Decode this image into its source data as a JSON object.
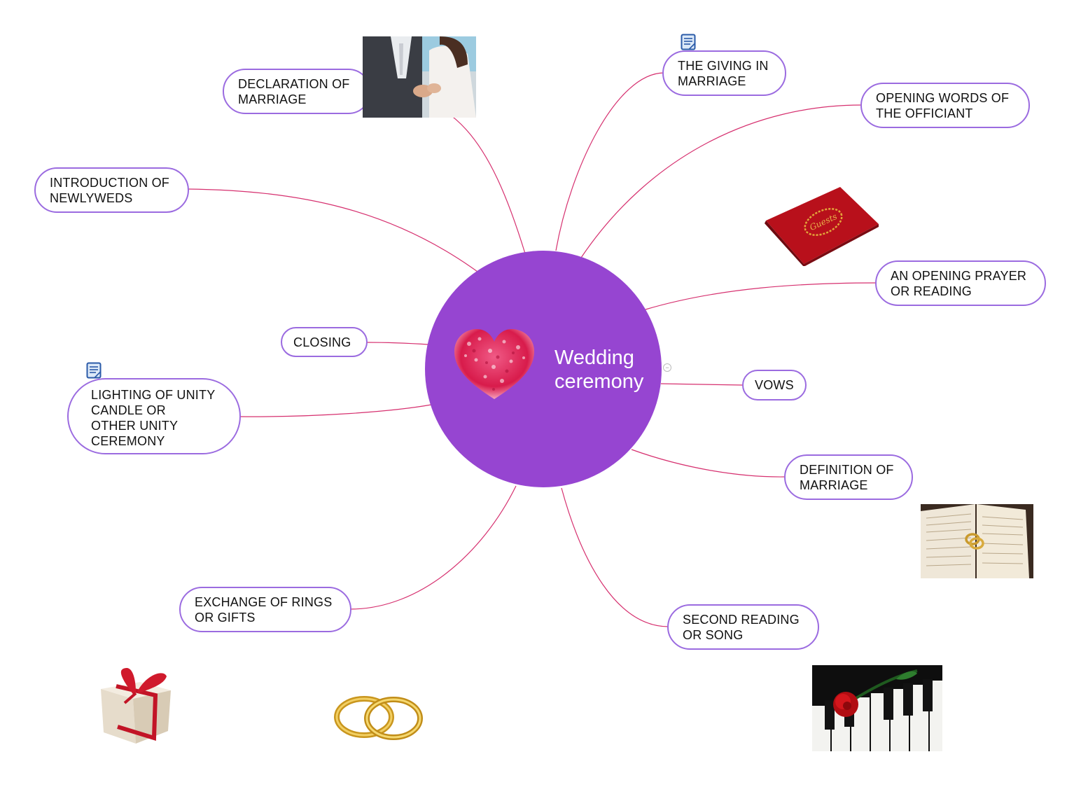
{
  "central_topic": "Wedding ceremony",
  "branches": [
    {
      "id": "declaration",
      "label": "DECLARATION OF\nMARRIAGE"
    },
    {
      "id": "introduction",
      "label": "INTRODUCTION OF\nNEWLYWEDS"
    },
    {
      "id": "closing",
      "label": "CLOSING"
    },
    {
      "id": "lighting",
      "label": "LIGHTING OF UNITY\nCANDLE OR\nOTHER UNITY\nCEREMONY"
    },
    {
      "id": "exchange",
      "label": "EXCHANGE OF RINGS\nOR GIFTS"
    },
    {
      "id": "giving",
      "label": "THE GIVING IN\nMARRIAGE"
    },
    {
      "id": "opening-words",
      "label": "OPENING WORDS OF\nTHE OFFICIANT"
    },
    {
      "id": "opening-prayer",
      "label": "AN OPENING PRAYER\nOR READING"
    },
    {
      "id": "vows",
      "label": "VOWS"
    },
    {
      "id": "definition",
      "label": "DEFINITION OF\nMARRIAGE"
    },
    {
      "id": "second-reading",
      "label": "SECOND READING\nOR SONG"
    }
  ],
  "notes_on": [
    "giving",
    "lighting"
  ],
  "images": [
    "bride-groom-photo",
    "guest-book-photo",
    "bible-rings-photo",
    "rose-piano-photo",
    "gift-box-photo",
    "wedding-rings-photo",
    "heart-icon"
  ],
  "colors": {
    "central": "#9645d1",
    "node_border": "#9b6be0",
    "link": "#d6306f"
  }
}
